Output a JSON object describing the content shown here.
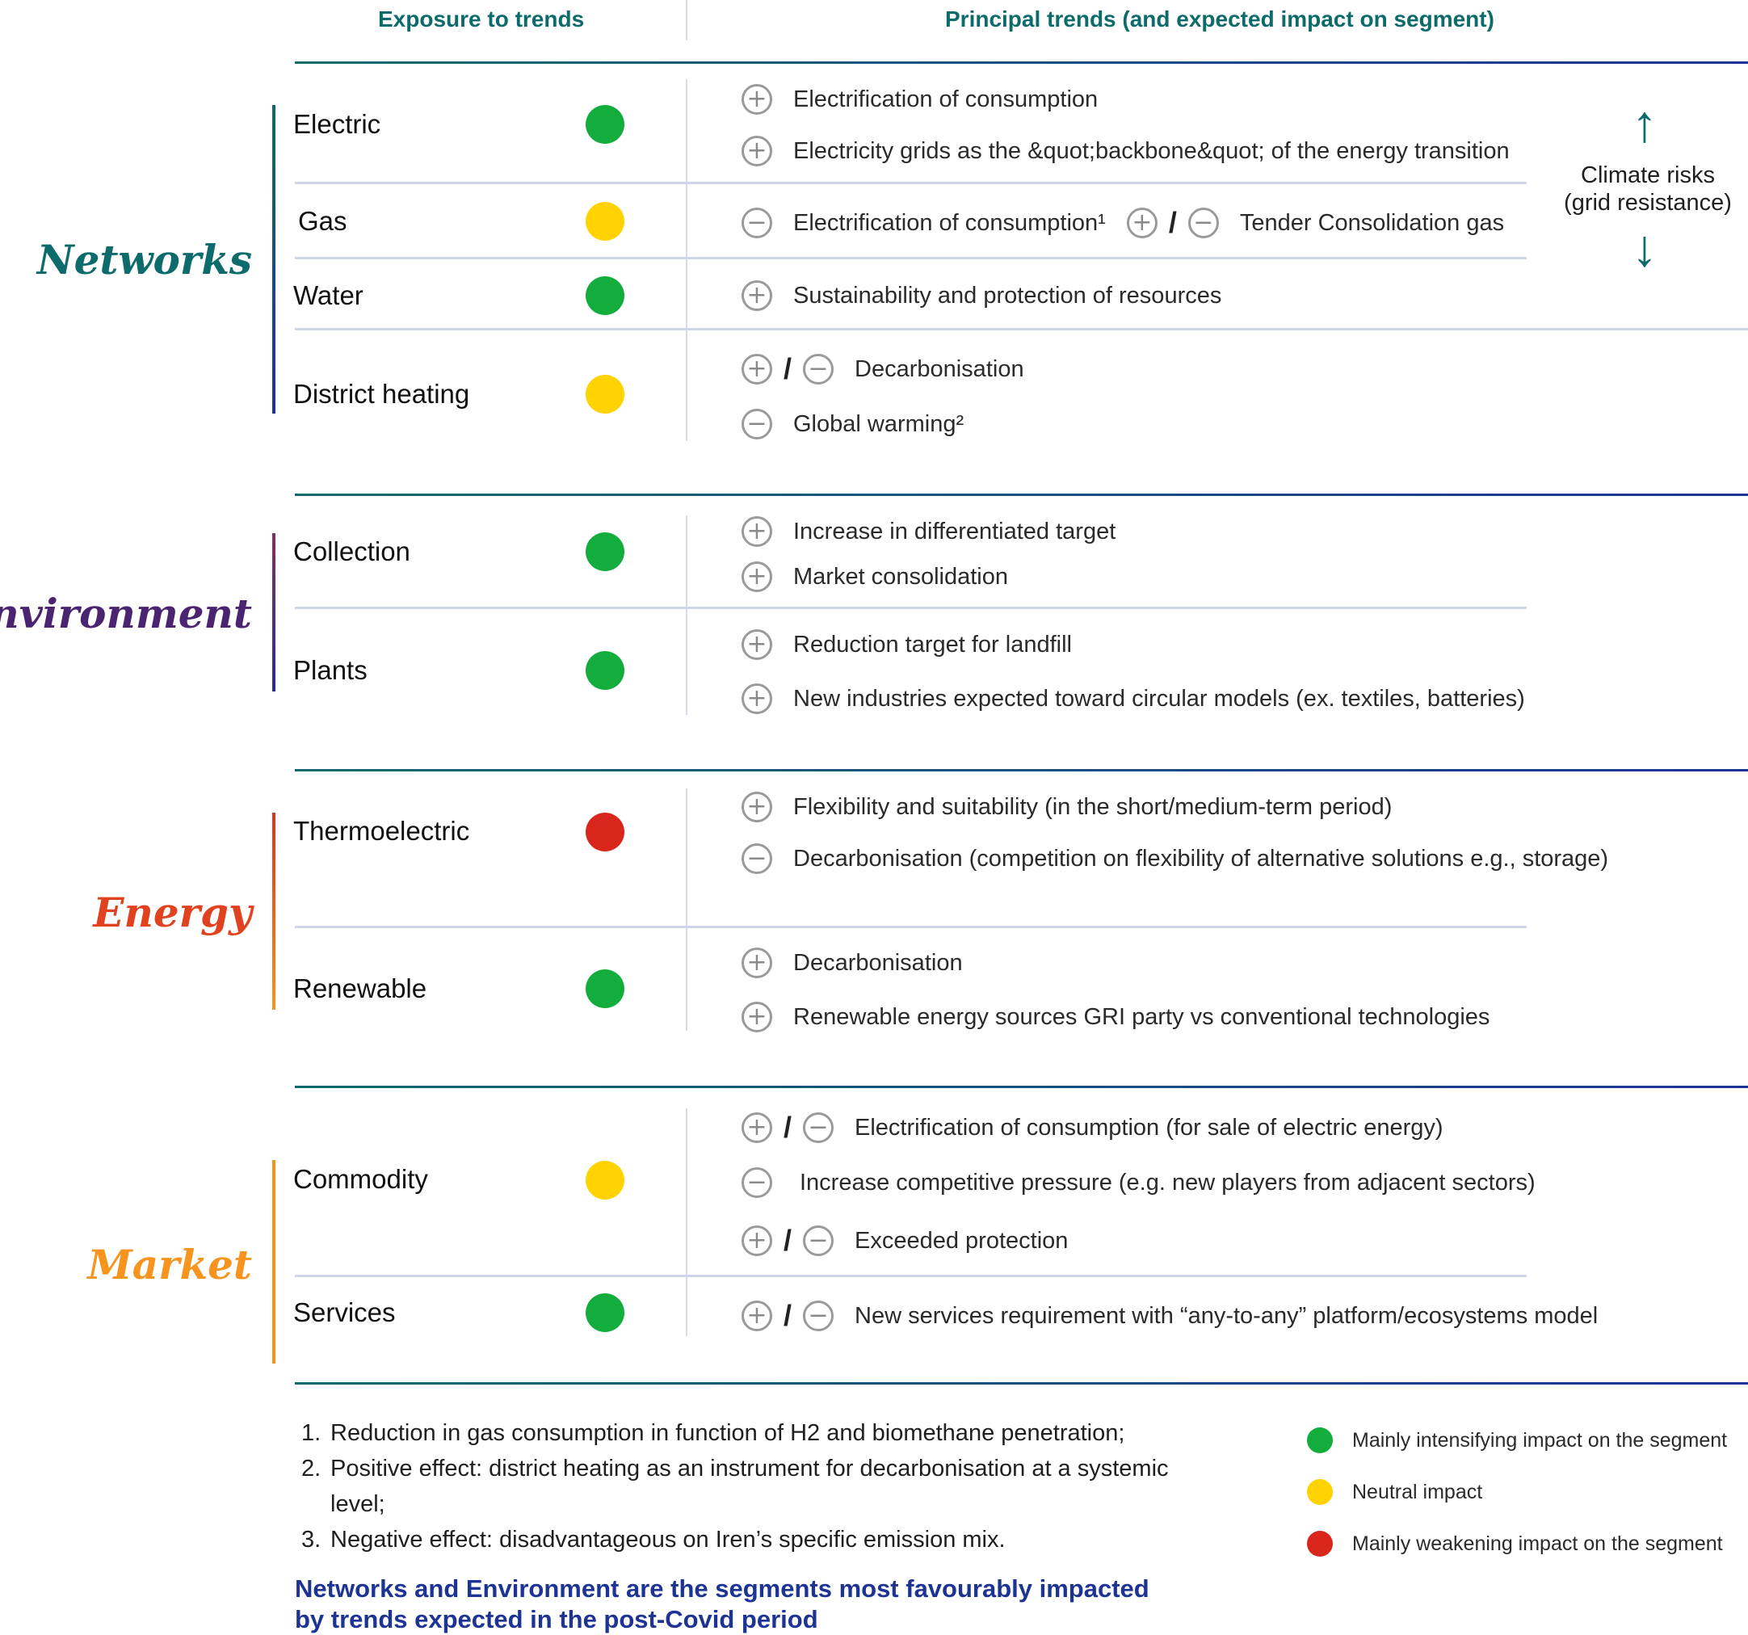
{
  "header": {
    "exposure": "Exposure to trends",
    "principal": "Principal trends (and expected impact on segment)"
  },
  "colors": {
    "teal": "#0e6b6b",
    "navy": "#1e3494",
    "green": "#12ad3c",
    "yellow": "#ffd200",
    "red": "#d8261c",
    "networks": "#0e6b6b",
    "environment": "#4a2470",
    "energy": "#e0421f",
    "market": "#f7941d"
  },
  "segments": {
    "networks": "Networks",
    "environment": "Environment",
    "energy": "Energy",
    "market": "Market"
  },
  "rows": {
    "electric": "Electric",
    "gas": "Gas",
    "water": "Water",
    "district_heating": "District heating",
    "collection": "Collection",
    "plants": "Plants",
    "thermoelectric": "Thermoelectric",
    "renewable": "Renewable",
    "commodity": "Commodity",
    "services": "Services"
  },
  "exposure_levels": {
    "electric": "green",
    "gas": "yellow",
    "water": "green",
    "district_heating": "yellow",
    "collection": "green",
    "plants": "green",
    "thermoelectric": "red",
    "renewable": "green",
    "commodity": "yellow",
    "services": "green"
  },
  "trends": {
    "electric_1": "Electrification of consumption",
    "electric_2": "Electricity grids as the &quot;backbone&quot; of the energy transition",
    "gas_1": "Electrification of consumption¹",
    "gas_2": "Tender Consolidation gas",
    "water_1": "Sustainability and protection of resources",
    "dh_1": "Decarbonisation",
    "dh_2": "Global warming²",
    "collection_1": "Increase in differentiated target",
    "collection_2": "Market consolidation",
    "plants_1": "Reduction target for landfill",
    "plants_2": "New industries expected toward circular models (ex. textiles, batteries)",
    "thermo_1": "Flexibility and suitability (in the short/medium-term period)",
    "thermo_2": "Decarbonisation (competition on flexibility of alternative solutions e.g., storage)",
    "renew_1": "Decarbonisation",
    "renew_2": "Renewable energy sources GRI party vs conventional technologies",
    "commodity_1": "Electrification of consumption (for sale of electric energy)",
    "commodity_2": "Increase competitive pressure (e.g. new players from adjacent sectors)",
    "commodity_3": "Exceeded protection",
    "services_1": "New services requirement with “any-to-any” platform/ecosystems model"
  },
  "signs": {
    "plus": "+",
    "minus": "−",
    "slash": "/"
  },
  "climate": {
    "line1": "Climate risks",
    "line2": "(grid resistance)",
    "up_arrow": "↑",
    "down_arrow": "↓"
  },
  "notes": [
    {
      "num": "1.",
      "text": "Reduction in gas consumption in function of H2 and biomethane penetration;"
    },
    {
      "num": "2.",
      "text": "Positive effect: district heating as an instrument for decarbonisation at a systemic level;"
    },
    {
      "num": "3.",
      "text": "Negative effect: disadvantageous on Iren’s specific emission mix."
    }
  ],
  "legend": {
    "green": "Mainly intensifying impact on the segment",
    "yellow": "Neutral impact",
    "red": "Mainly weakening impact on the segment"
  },
  "conclusion": {
    "line1": "Networks and Environment are the segments most favourably impacted",
    "line2": "by trends expected in the post-Covid period"
  }
}
